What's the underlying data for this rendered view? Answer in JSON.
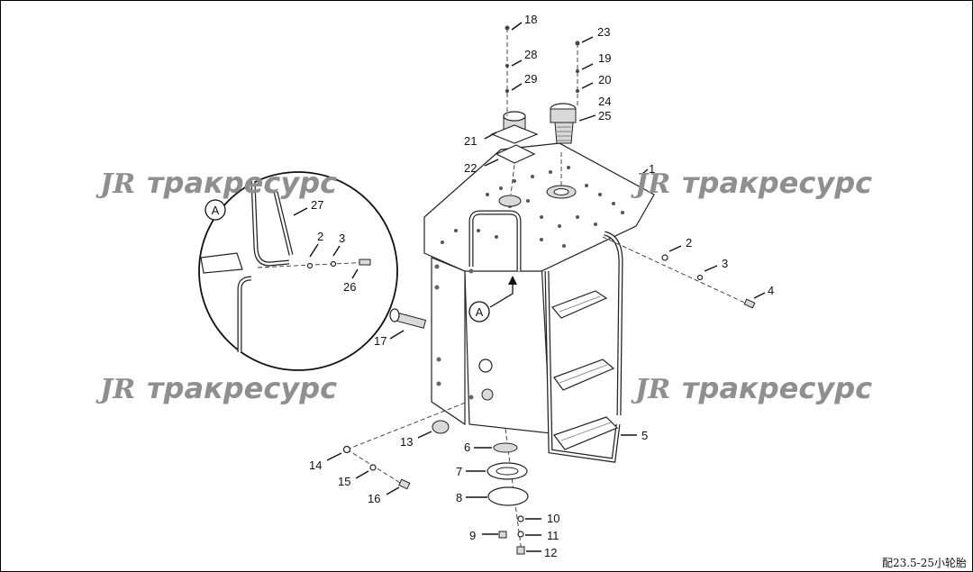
{
  "watermark": {
    "logo_text": "JR",
    "brand_text": "тракресурс"
  },
  "detail_label": "A",
  "caption": "配23.5-25小轮胎",
  "callouts": [
    "1",
    "2",
    "3",
    "4",
    "5",
    "6",
    "7",
    "8",
    "9",
    "10",
    "11",
    "12",
    "13",
    "14",
    "15",
    "16",
    "17",
    "18",
    "19",
    "20",
    "21",
    "22",
    "23",
    "24",
    "25",
    "26",
    "27",
    "28",
    "29"
  ],
  "detail_callouts": [
    "27",
    "2",
    "3",
    "26"
  ]
}
